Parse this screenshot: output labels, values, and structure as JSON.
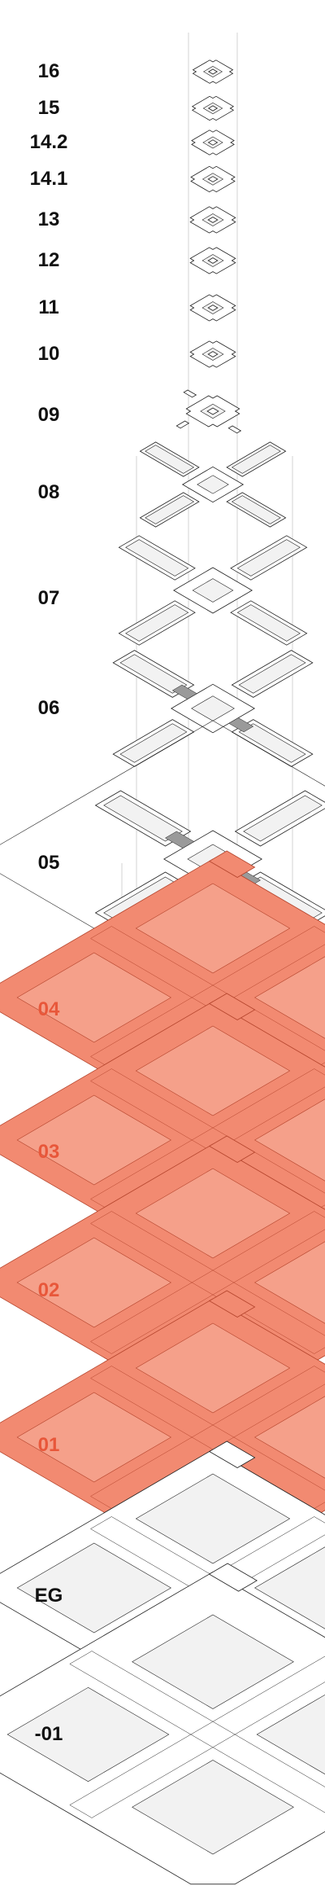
{
  "colors": {
    "highlight_label": "#e8573a",
    "highlight_fill": "#f28a71",
    "highlight_stroke": "#b4442c",
    "default_label": "#111111",
    "line_stroke": "#222222",
    "guide_line": "#c8c8c8"
  },
  "floors": [
    {
      "label": "16",
      "kind": "tower",
      "highlighted": false
    },
    {
      "label": "15",
      "kind": "tower",
      "highlighted": false
    },
    {
      "label": "14.2",
      "kind": "tower",
      "highlighted": false
    },
    {
      "label": "14.1",
      "kind": "tower",
      "highlighted": false
    },
    {
      "label": "13",
      "kind": "tower",
      "highlighted": false
    },
    {
      "label": "12",
      "kind": "tower",
      "highlighted": false
    },
    {
      "label": "11",
      "kind": "tower",
      "highlighted": false
    },
    {
      "label": "10",
      "kind": "tower",
      "highlighted": false
    },
    {
      "label": "09",
      "kind": "tower",
      "highlighted": false
    },
    {
      "label": "08",
      "kind": "wings",
      "highlighted": false
    },
    {
      "label": "07",
      "kind": "wings",
      "highlighted": false
    },
    {
      "label": "06",
      "kind": "cross",
      "highlighted": false
    },
    {
      "label": "05",
      "kind": "cross",
      "highlighted": false
    },
    {
      "label": "04",
      "kind": "slab",
      "highlighted": true
    },
    {
      "label": "03",
      "kind": "slab",
      "highlighted": true
    },
    {
      "label": "02",
      "kind": "slab",
      "highlighted": true
    },
    {
      "label": "01",
      "kind": "slab",
      "highlighted": true
    },
    {
      "label": "EG",
      "kind": "slab",
      "highlighted": false
    },
    {
      "label": "-01",
      "kind": "slab",
      "highlighted": false
    }
  ]
}
